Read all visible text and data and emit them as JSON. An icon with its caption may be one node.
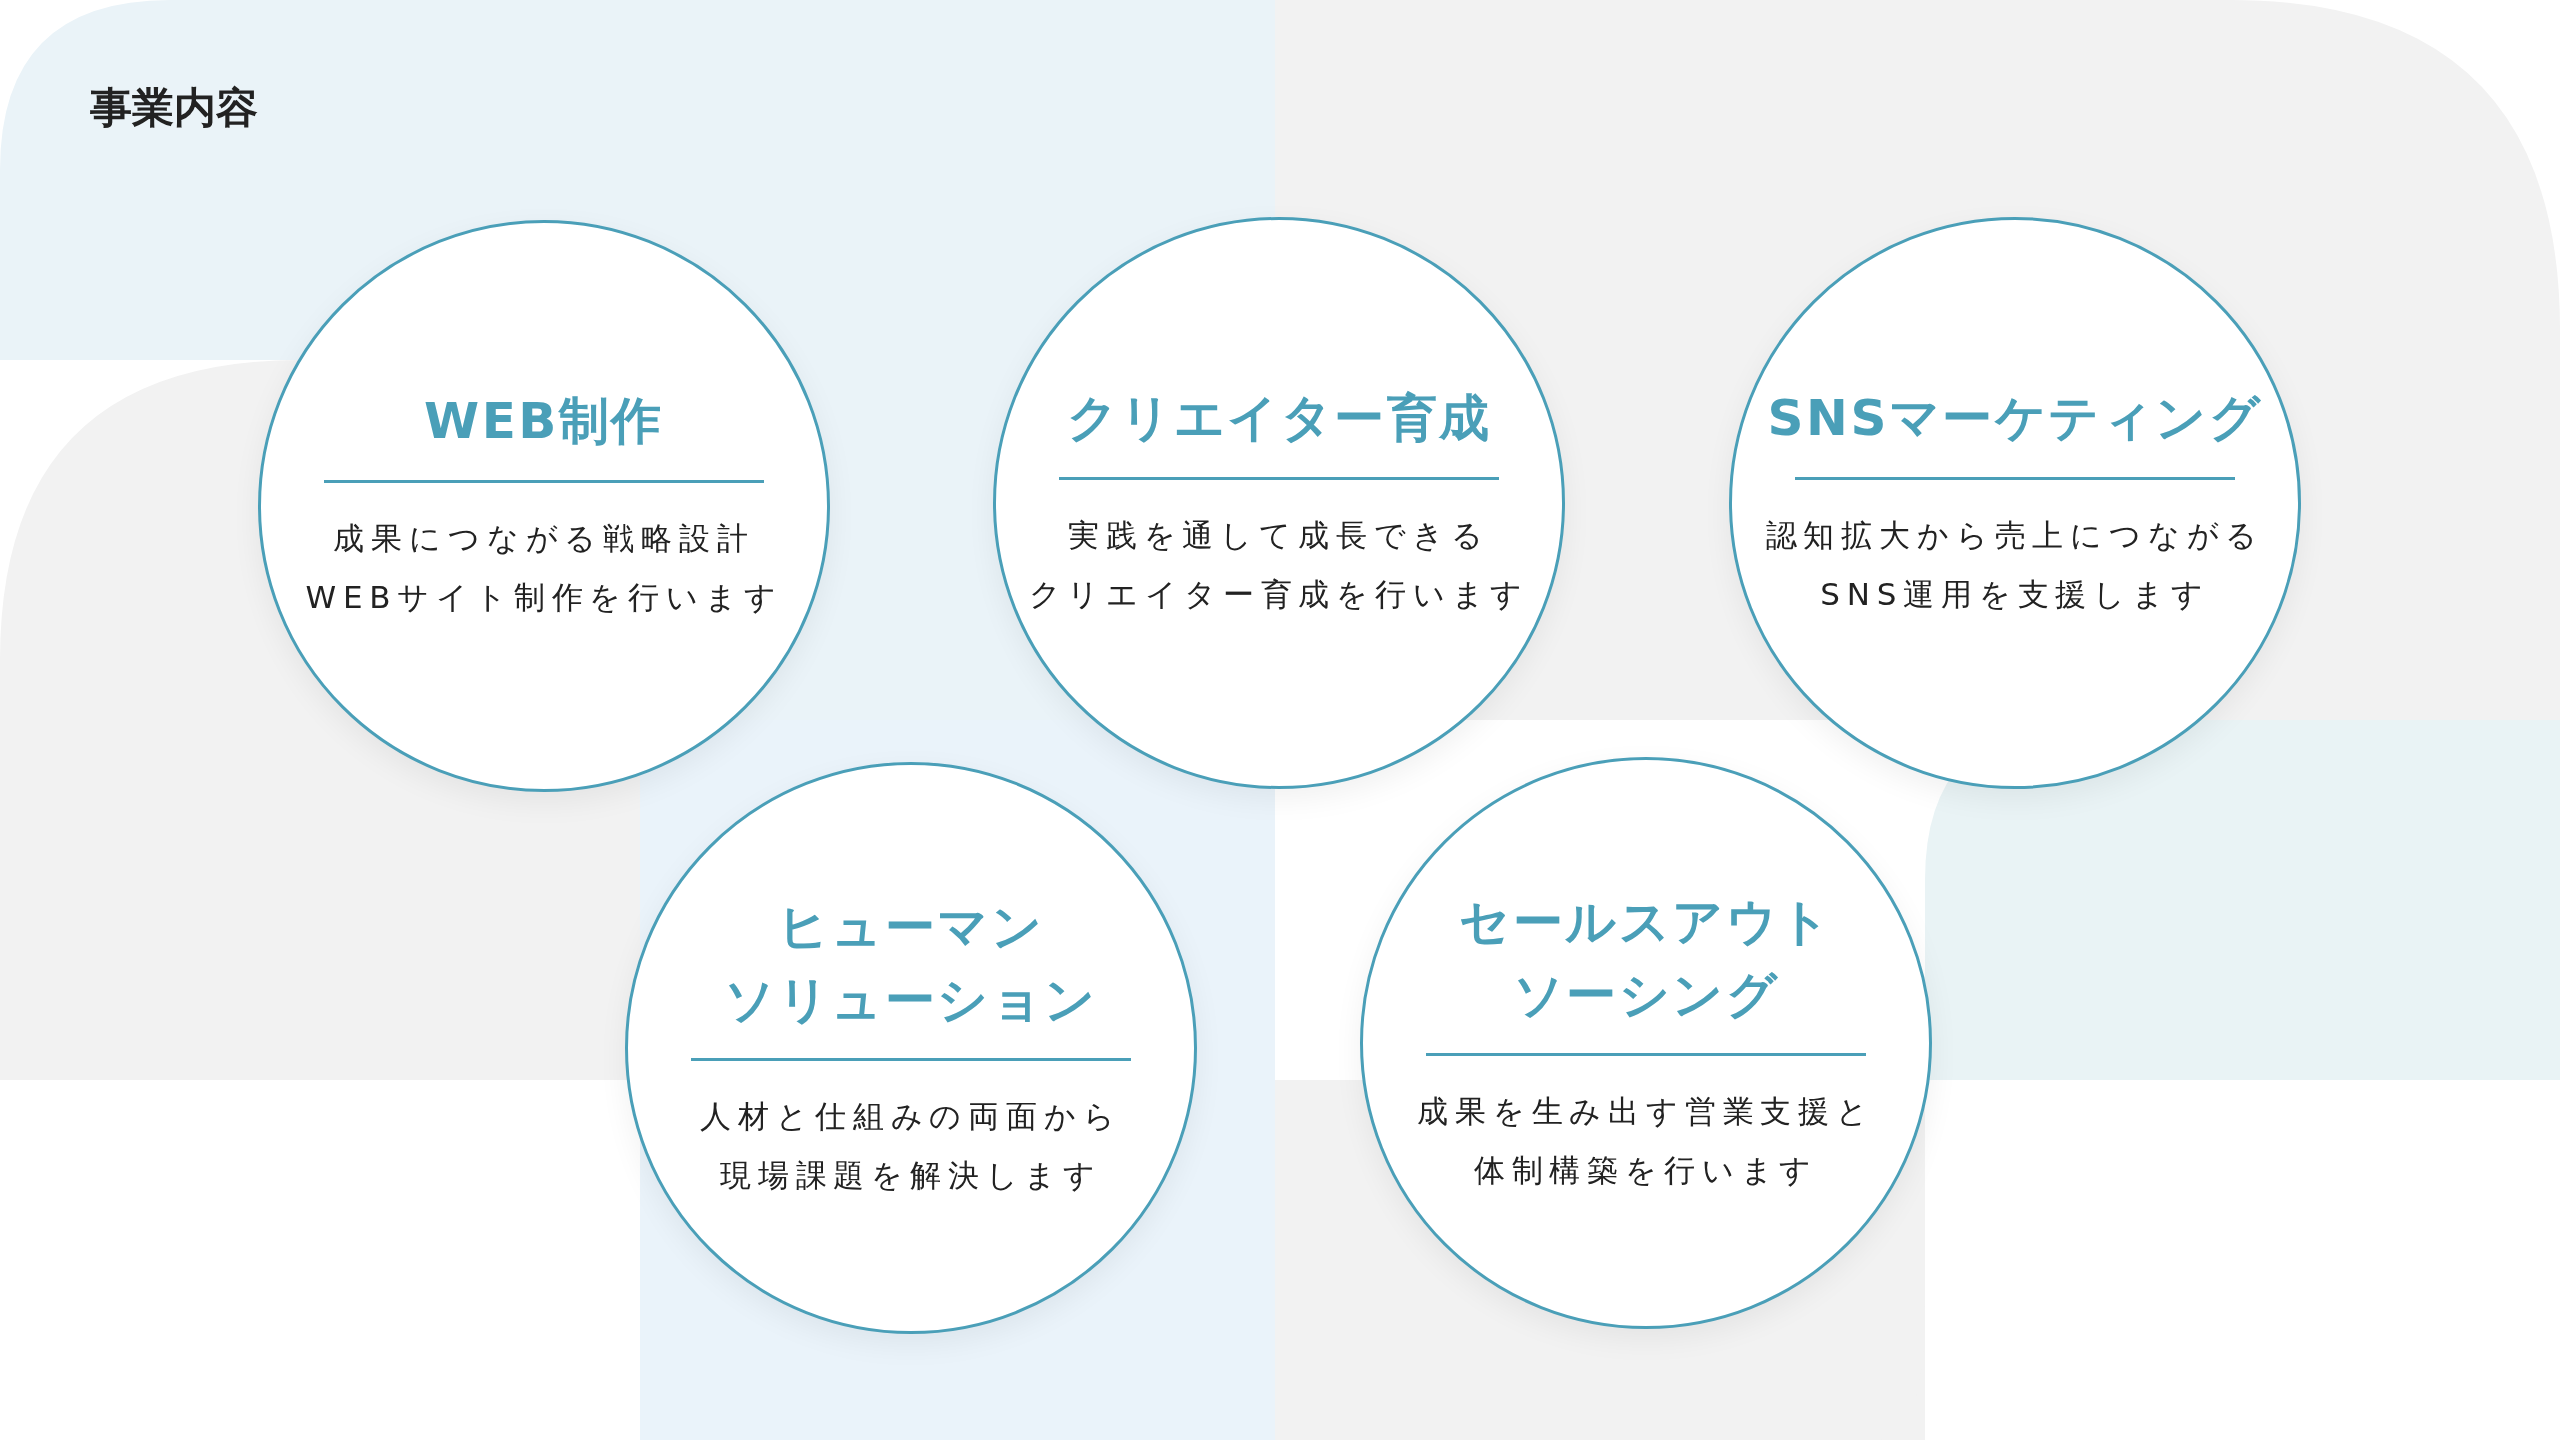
{
  "diagram": {
    "title": "事業内容",
    "nodes": [
      {
        "text": [
          "WEB制作",
          "成果につながる戦略設計WEBサイト制作を行います"
        ]
      },
      {
        "text": [
          "クリエイター育成",
          "実践を通して成長できるクリエイター育成を行います"
        ]
      },
      {
        "text": [
          "SNSマーケティング",
          "認知拡大から売上につながるSNS運用を支援します"
        ]
      },
      {
        "text": [
          "ヒューマンソリューション",
          "人材と仕組みの両面から現場課題を解決します"
        ]
      },
      {
        "text": [
          "セールスアウトソーシング",
          "成果を生み出す営業支援と体制構築を行います"
        ]
      }
    ],
    "edges": []
  }
}
